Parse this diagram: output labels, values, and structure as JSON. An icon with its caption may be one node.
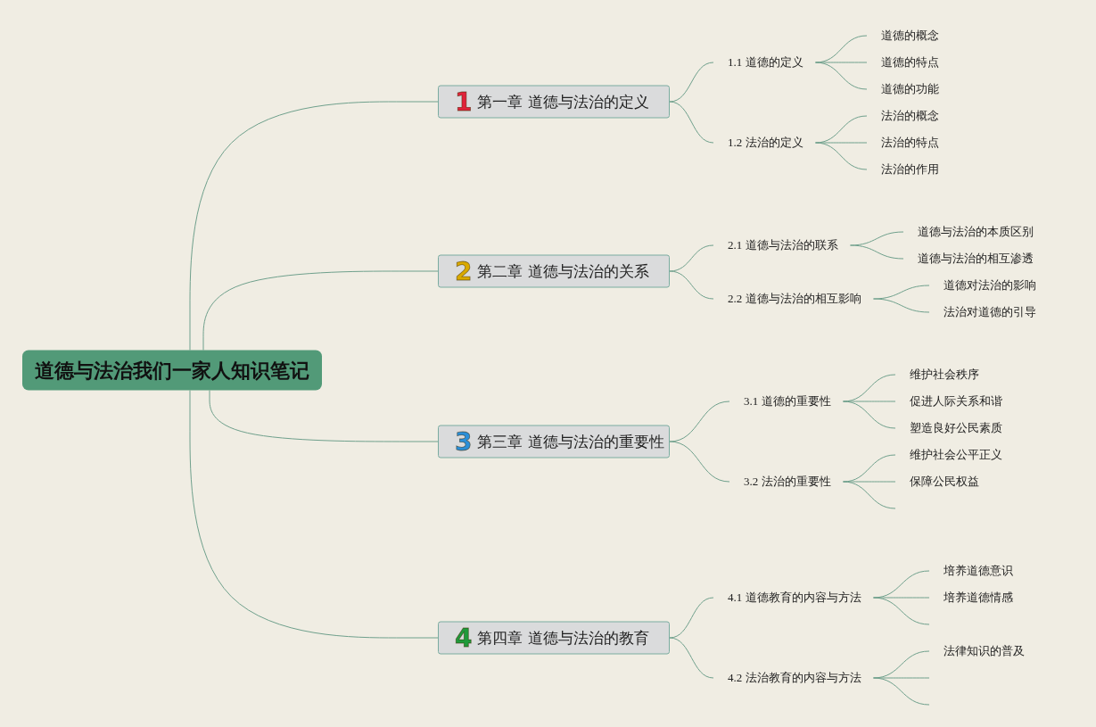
{
  "diagram": {
    "nodes": [
      {
        "text": [
          "道德与法治我们一家人知识笔记"
        ]
      },
      {
        "text": [
          "1",
          "第一章 道德与法治的定义"
        ]
      },
      {
        "text": [
          "1.1 道德的定义"
        ]
      },
      {
        "text": [
          "道德的概念"
        ]
      },
      {
        "text": [
          "道德的特点"
        ]
      },
      {
        "text": [
          "道德的功能"
        ]
      },
      {
        "text": [
          "1.2 法治的定义"
        ]
      },
      {
        "text": [
          "法治的概念"
        ]
      },
      {
        "text": [
          "法治的特点"
        ]
      },
      {
        "text": [
          "法治的作用"
        ]
      },
      {
        "text": [
          "2",
          "第二章 道德与法治的关系"
        ]
      },
      {
        "text": [
          "2.1 道德与法治的联系"
        ]
      },
      {
        "text": [
          "道德与法治的本质区别"
        ]
      },
      {
        "text": [
          "道德与法治的相互渗透"
        ]
      },
      {
        "text": [
          "2.2 道德与法治的相互影响"
        ]
      },
      {
        "text": [
          "道德对法治的影响"
        ]
      },
      {
        "text": [
          "法治对道德的引导"
        ]
      },
      {
        "text": [
          "3",
          "第三章 道德与法治的重要性"
        ]
      },
      {
        "text": [
          "3.1 道德的重要性"
        ]
      },
      {
        "text": [
          "维护社会秩序"
        ]
      },
      {
        "text": [
          "促进人际关系和谐"
        ]
      },
      {
        "text": [
          "塑造良好公民素质"
        ]
      },
      {
        "text": [
          "3.2 法治的重要性"
        ]
      },
      {
        "text": [
          "维护社会公平正义"
        ]
      },
      {
        "text": [
          "保障公民权益"
        ]
      },
      {
        "text": [
          "4",
          "第四章 道德与法治的教育"
        ]
      },
      {
        "text": [
          "4.1 道德教育的内容与方法"
        ]
      },
      {
        "text": [
          "培养道德意识"
        ]
      },
      {
        "text": [
          "培养道德情感"
        ]
      },
      {
        "text": [
          "4.2 法治教育的内容与方法"
        ]
      },
      {
        "text": [
          "法律知识的普及"
        ]
      }
    ],
    "edges": [
      {
        "from": 0,
        "to": 1,
        "arrow": "none"
      },
      {
        "from": 1,
        "to": 2,
        "arrow": "none"
      },
      {
        "from": 2,
        "to": 3,
        "arrow": "none"
      },
      {
        "from": 2,
        "to": 4,
        "arrow": "none"
      },
      {
        "from": 2,
        "to": 5,
        "arrow": "none"
      },
      {
        "from": 1,
        "to": 6,
        "arrow": "none"
      },
      {
        "from": 6,
        "to": 7,
        "arrow": "none"
      },
      {
        "from": 6,
        "to": 8,
        "arrow": "none"
      },
      {
        "from": 6,
        "to": 9,
        "arrow": "none"
      },
      {
        "from": 0,
        "to": 10,
        "arrow": "none"
      },
      {
        "from": 10,
        "to": 11,
        "arrow": "none"
      },
      {
        "from": 11,
        "to": 12,
        "arrow": "none"
      },
      {
        "from": 11,
        "to": 13,
        "arrow": "none"
      },
      {
        "from": 10,
        "to": 14,
        "arrow": "none"
      },
      {
        "from": 14,
        "to": 15,
        "arrow": "none"
      },
      {
        "from": 14,
        "to": 16,
        "arrow": "none"
      },
      {
        "from": 0,
        "to": 17,
        "arrow": "none"
      },
      {
        "from": 17,
        "to": 18,
        "arrow": "none"
      },
      {
        "from": 18,
        "to": 19,
        "arrow": "none"
      },
      {
        "from": 18,
        "to": 20,
        "arrow": "none"
      },
      {
        "from": 18,
        "to": 21,
        "arrow": "none"
      },
      {
        "from": 17,
        "to": 22,
        "arrow": "none"
      },
      {
        "from": 22,
        "to": 23,
        "arrow": "none"
      },
      {
        "from": 22,
        "to": 24,
        "arrow": "none"
      },
      {
        "from": 22,
        "to": null,
        "arrow": "none"
      },
      {
        "from": 0,
        "to": 25,
        "arrow": "none"
      },
      {
        "from": 25,
        "to": 26,
        "arrow": "none"
      },
      {
        "from": 26,
        "to": 27,
        "arrow": "none"
      },
      {
        "from": 26,
        "to": 28,
        "arrow": "none"
      },
      {
        "from": 26,
        "to": null,
        "arrow": "none"
      },
      {
        "from": 25,
        "to": 29,
        "arrow": "none"
      },
      {
        "from": 29,
        "to": 30,
        "arrow": "none"
      },
      {
        "from": 29,
        "to": null,
        "arrow": "none"
      },
      {
        "from": 29,
        "to": null,
        "arrow": "none"
      }
    ]
  }
}
